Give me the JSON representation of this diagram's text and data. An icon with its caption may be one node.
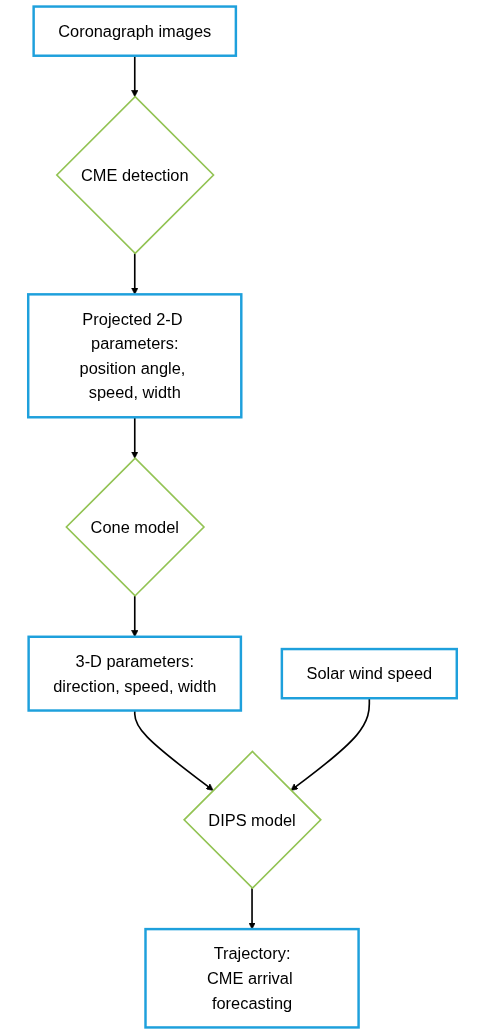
{
  "diagram": {
    "nodes": [
      {
        "text": [
          "Coronagraph images"
        ]
      },
      {
        "text": [
          "CME detection"
        ]
      },
      {
        "text": [
          "Projected 2-D parameters:",
          "position angle, speed, width"
        ]
      },
      {
        "text": [
          "Cone model"
        ]
      },
      {
        "text": [
          "3-D parameters:",
          "direction, speed, width"
        ]
      },
      {
        "text": [
          "Solar wind speed"
        ]
      },
      {
        "text": [
          "DIPS model"
        ]
      },
      {
        "text": [
          "Trajectory:",
          "CME arrival forecasting"
        ]
      }
    ],
    "edges": [
      {
        "from": 0,
        "to": 1,
        "arrow": "to"
      },
      {
        "from": 1,
        "to": 2,
        "arrow": "to"
      },
      {
        "from": 2,
        "to": 3,
        "arrow": "to"
      },
      {
        "from": 3,
        "to": 4,
        "arrow": "to"
      },
      {
        "from": 4,
        "to": 6,
        "arrow": "to"
      },
      {
        "from": 5,
        "to": 6,
        "arrow": "to"
      },
      {
        "from": 6,
        "to": 7,
        "arrow": "to"
      }
    ]
  }
}
